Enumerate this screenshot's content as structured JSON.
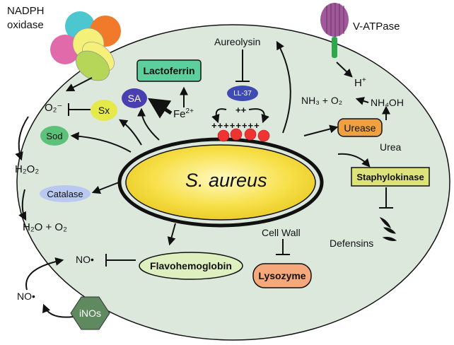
{
  "cell": {
    "name": "S. aureus"
  },
  "host": {
    "nadph_oxidase": "NADPH\noxidase",
    "v_atpase": "V-ATPase",
    "inos": "iNOs",
    "lactoferrin": "Lactoferrin",
    "aureolysin": "Aureolysin",
    "ll37": "LL-37",
    "plus_double": "++",
    "plus_row": "++++++++",
    "lysozyme": "Lysozyme",
    "cell_wall": "Cell Wall",
    "defensins": "Defensins"
  },
  "bacterial": {
    "sod": "Sod",
    "sx": "Sx",
    "sa": "SA",
    "catalase": "Catalase",
    "urease": "Urease",
    "staphylokinase": "Staphylokinase",
    "flavohemoglobin": "Flavohemoglobin"
  },
  "chem": {
    "o2_minus": "O₂⁻",
    "h2o2": "H₂O₂",
    "h2o_o2": "H₂O + O₂",
    "fe": "Fe",
    "fe_charge": "2+",
    "h": "H",
    "h_charge": "+",
    "nh3_o2": "NH₃ + O₂",
    "nh4oh": "NH₄OH",
    "urea": "Urea",
    "no_inner": "NO•",
    "no_outer": "NO•"
  },
  "colors": {
    "vacuole_fill": "#dde8dc",
    "cell_fill": "#f7e04a",
    "lactoferrin": "#5ccf9c",
    "sod": "#5cc27a",
    "sx": "#e5e94a",
    "sa": "#4a3fb0",
    "ll37": "#3f4bb5",
    "catalase": "#b9c8f0",
    "urease": "#f0a040",
    "staphylokinase": "#dde37a",
    "flavohemoglobin": "#dff0c0",
    "lysozyme": "#f5a879",
    "inos": "#5f8a60",
    "vatpase": "#a0589a",
    "vatpase_stalk": "#2ea84a",
    "charge_beads": "#ee3333"
  }
}
